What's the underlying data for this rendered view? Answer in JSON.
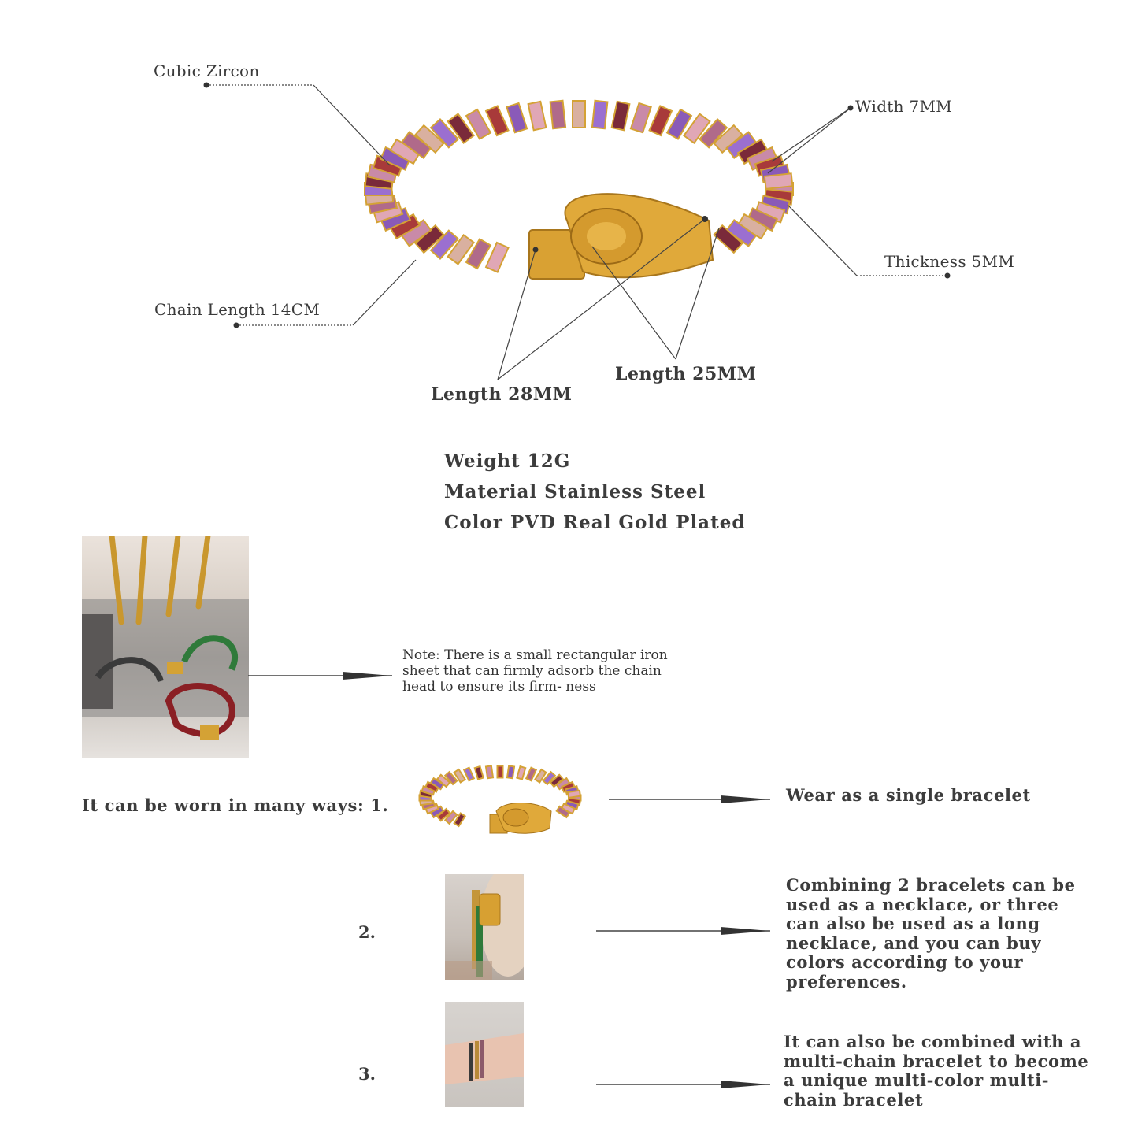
{
  "callouts": {
    "cubic_zircon": "Cubic Zircon",
    "width": "Width 7MM",
    "thickness": "Thickness 5MM",
    "chain_length": "Chain Length 14CM",
    "length_25": "Length 25MM",
    "length_28": "Length 28MM"
  },
  "specs": {
    "weight": "Weight 12G",
    "material": "Material Stainless Steel",
    "color": "Color PVD Real Gold Plated"
  },
  "note": "Note: There is a small rectangular iron sheet that can firmly adsorb the chain head to ensure its firm- ness",
  "wear": {
    "intro": "It can be worn in many ways: 1.",
    "ways": [
      {
        "number": "",
        "text": "Wear as a single bracelet"
      },
      {
        "number": "2.",
        "text": "Combining 2 bracelets can be used as a necklace, or three can also be used as a long necklace, and you can buy colors according to your preferences."
      },
      {
        "number": "3.",
        "text": "It can also be combined with a multi-chain bracelet to become a unique multi-color multi-chain bracelet"
      }
    ]
  },
  "gem_colors": [
    "#c98aa8",
    "#a83a3a",
    "#8a5ab8",
    "#e0a7b5",
    "#b06a8a",
    "#d9b0a0",
    "#9b6fd0",
    "#7a2a3a"
  ],
  "gold_color": "#d4a235"
}
